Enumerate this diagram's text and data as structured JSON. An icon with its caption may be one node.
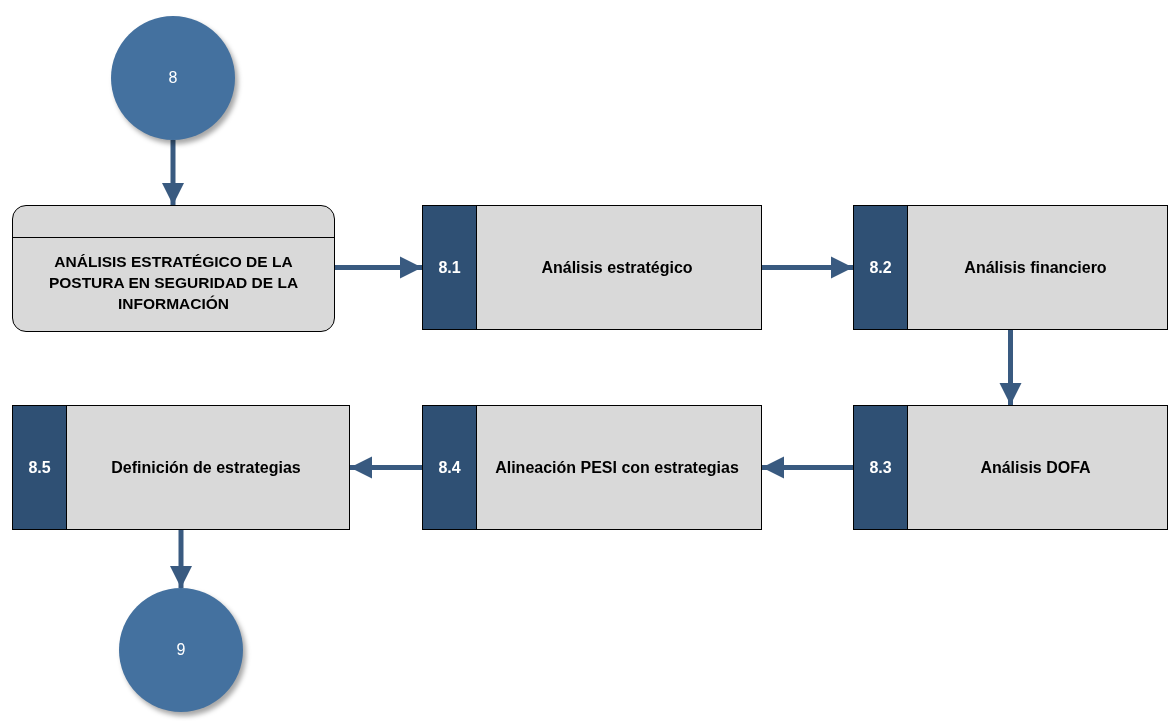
{
  "diagram": {
    "nodes": [
      {
        "text": [
          "8"
        ]
      },
      {
        "text": [
          "ANÁLISIS ESTRATÉGICO DE LA POSTURA EN SEGURIDAD DE LA INFORMACIÓN"
        ]
      },
      {
        "text": [
          "8.1",
          "Análisis estratégico"
        ]
      },
      {
        "text": [
          "8.2",
          "Análisis financiero"
        ]
      },
      {
        "text": [
          "8.3",
          "Análisis DOFA"
        ]
      },
      {
        "text": [
          "8.4",
          "Alineación PESI con estrategias"
        ]
      },
      {
        "text": [
          "8.5",
          "Definición de estrategias"
        ]
      },
      {
        "text": [
          "9"
        ]
      }
    ],
    "edges": [
      {
        "from": 0,
        "to": 1,
        "arrow": "to"
      },
      {
        "from": 1,
        "to": 2,
        "arrow": "to"
      },
      {
        "from": 2,
        "to": 3,
        "arrow": "to"
      },
      {
        "from": 3,
        "to": 4,
        "arrow": "to"
      },
      {
        "from": 4,
        "to": 5,
        "arrow": "to"
      },
      {
        "from": 5,
        "to": 6,
        "arrow": "to"
      },
      {
        "from": 6,
        "to": 7,
        "arrow": "to"
      }
    ]
  }
}
